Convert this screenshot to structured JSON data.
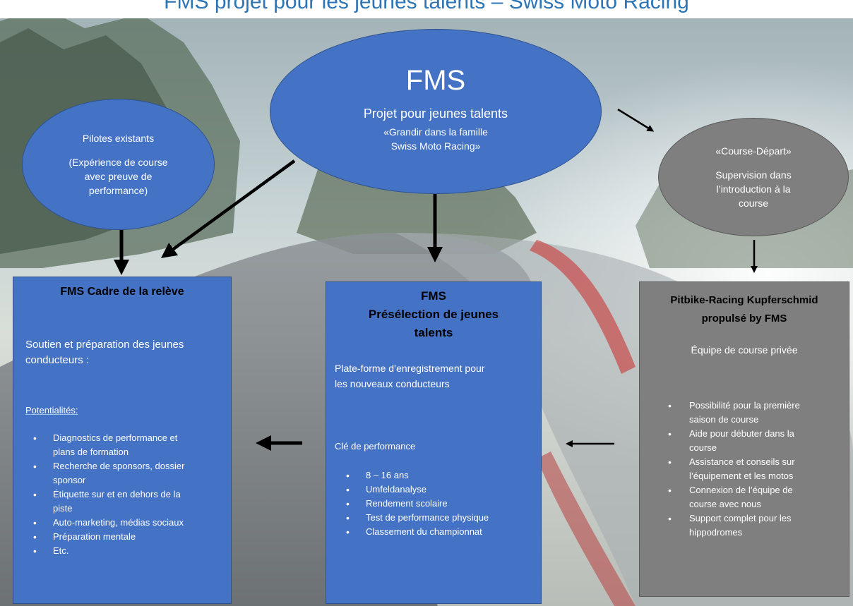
{
  "top_title": "FMS projet pour les jeunes talents – Swiss Moto Racing",
  "fms_center": {
    "title": "FMS",
    "subtitle": "Projet pour jeunes talents",
    "line1": "«Grandir dans la famille",
    "line2": "Swiss Moto Racing»"
  },
  "pilotes": {
    "title": "Pilotes existants",
    "line1": "(Expérience de course",
    "line2": "avec preuve de",
    "line3": "performance)"
  },
  "course_depart": {
    "title": "«Course-Départ»",
    "line1": "Supervision dans",
    "line2": "l’introduction à la",
    "line3": "course"
  },
  "cadre": {
    "title": "FMS Cadre de la relève",
    "intro1": "Soutien et préparation des jeunes",
    "intro2": "conducteurs :",
    "potential_label": "Potentialités:",
    "items": [
      [
        "Diagnostics de performance et",
        "plans de formation"
      ],
      [
        "Recherche de sponsors, dossier",
        "sponsor"
      ],
      [
        "Étiquette sur et en dehors de la",
        "piste"
      ],
      [
        "Auto-marketing, médias sociaux",
        ""
      ],
      [
        "Préparation mentale",
        ""
      ],
      [
        "Etc.",
        ""
      ]
    ]
  },
  "preselection": {
    "title1": "FMS",
    "title2": "Présélection de jeunes",
    "title3": "talents",
    "intro1": "Plate-forme d’enregistrement pour",
    "intro2": "les nouveaux conducteurs",
    "key_label": "Clé de performance",
    "items": [
      "8 – 16 ans",
      "Umfeldanalyse",
      "Rendement scolaire",
      "Test de performance physique",
      "Classement du championnat"
    ]
  },
  "pitbike": {
    "title1": "Pitbike-Racing Kupferschmid",
    "title2": "propulsé by FMS",
    "subtitle": "Équipe de course privée",
    "items": [
      [
        "Possibilité pour la première",
        "saison de course"
      ],
      [
        "Aide pour débuter dans la",
        "course"
      ],
      [
        "Assistance et conseils sur",
        "l’équipement et les motos"
      ],
      [
        "Connexion de l’équipe de",
        "course avec nous"
      ],
      [
        "Support complet pour les",
        "hippodromes"
      ]
    ]
  },
  "colors": {
    "blue_fill": "#4472c4",
    "grey_fill": "#7f7f7f",
    "title_blue": "#2e75b6"
  }
}
